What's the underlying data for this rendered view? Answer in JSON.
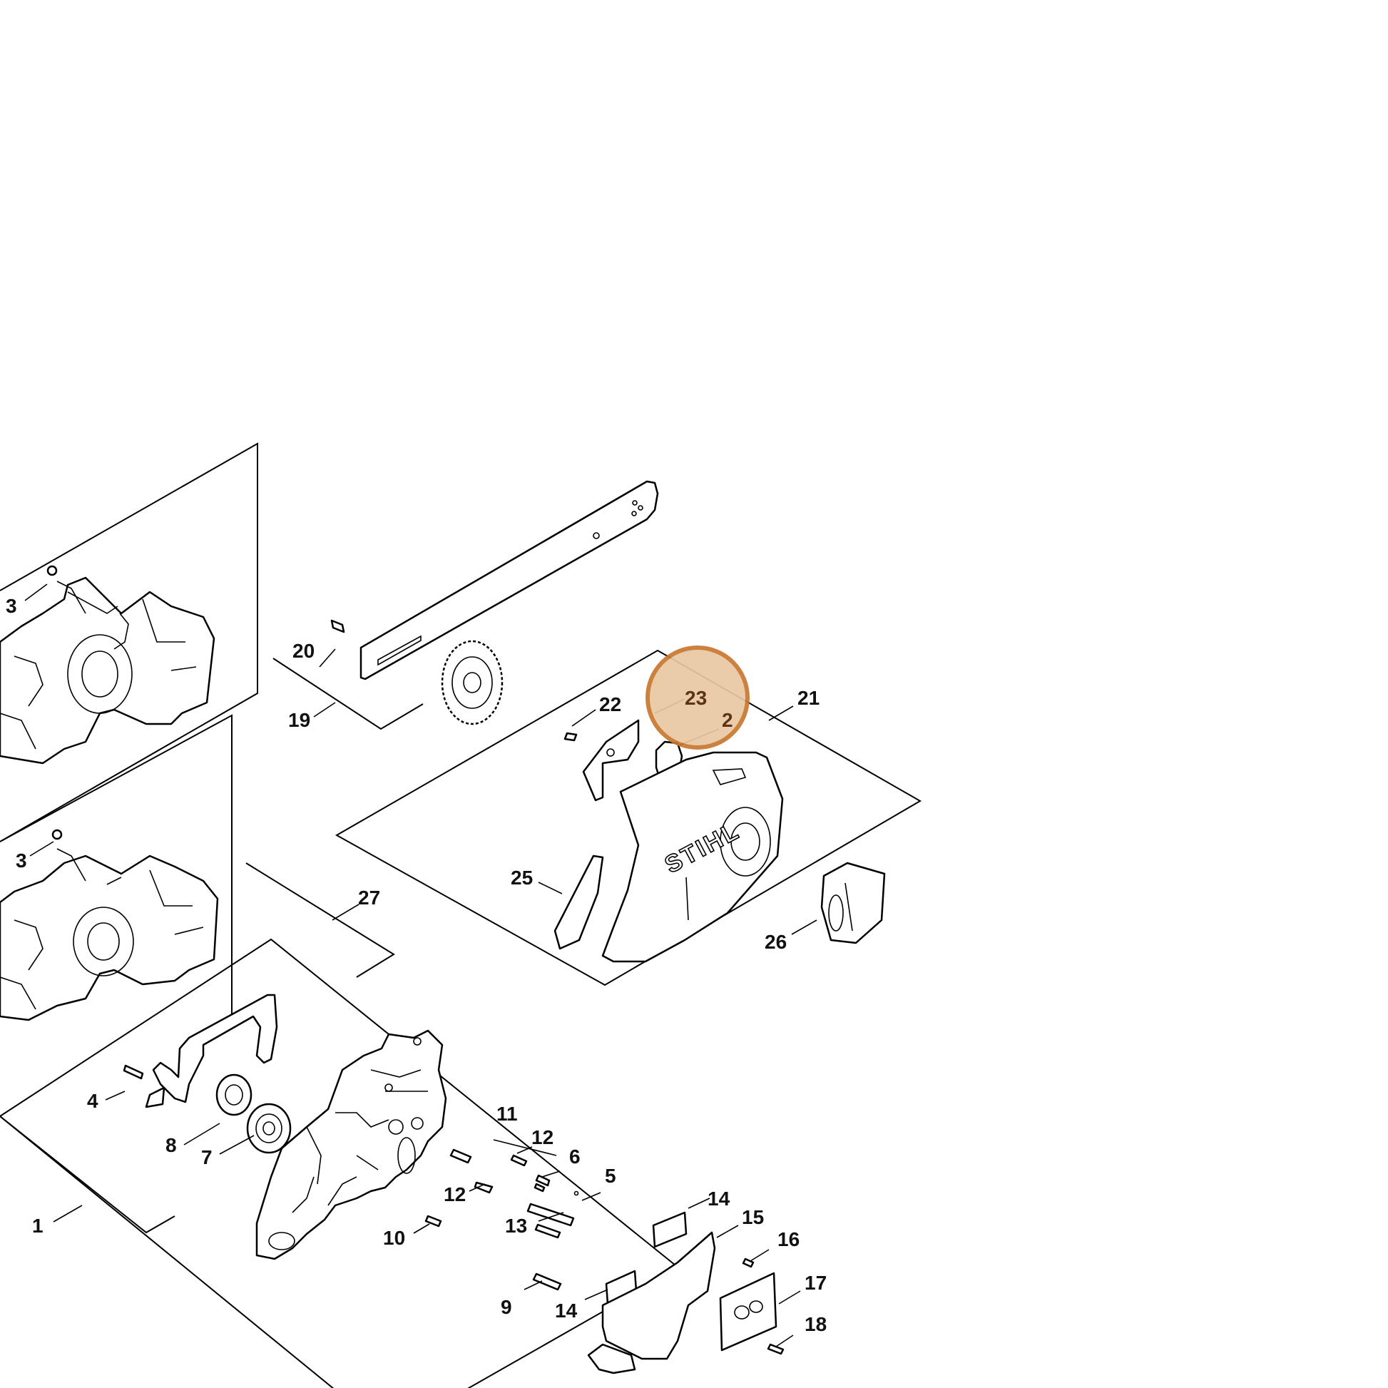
{
  "diagram": {
    "highlight": {
      "label": "23",
      "fill": "#e9c8a4",
      "stroke": "#c8782e"
    },
    "labels": {
      "l1": "1",
      "l3a": "3",
      "l3b": "3",
      "l4": "4",
      "l5": "5",
      "l6": "6",
      "l7": "7",
      "l8": "8",
      "l9": "9",
      "l10": "10",
      "l11": "11",
      "l12a": "12",
      "l12b": "12",
      "l13": "13",
      "l14a": "14",
      "l14b": "14",
      "l15": "15",
      "l16": "16",
      "l17": "17",
      "l18": "18",
      "l19": "19",
      "l20": "20",
      "l21": "21",
      "l22": "22",
      "l24": "2",
      "l25": "25",
      "l26": "26",
      "l27": "27"
    },
    "logo_text": "STIHL"
  }
}
